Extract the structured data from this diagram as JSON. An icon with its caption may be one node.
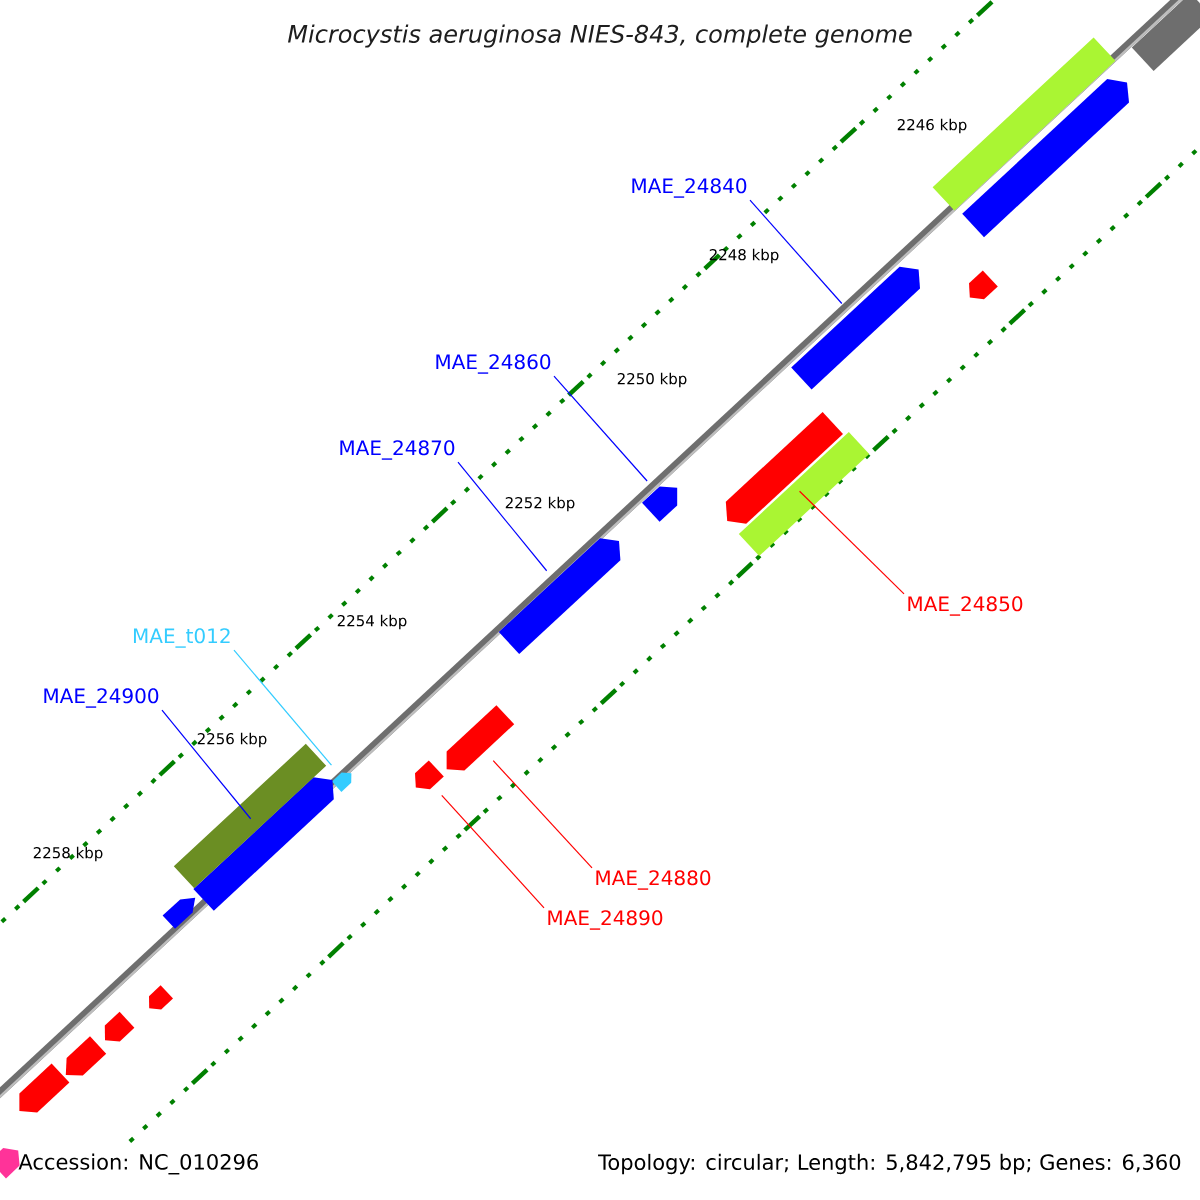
{
  "diagram": {
    "title": "Microcystis aeruginosa NIES-843, complete genome",
    "nodes": [
      {
        "text": [
          "MAE_24840"
        ]
      },
      {
        "text": [],
        "shape": "arrow"
      },
      {
        "text": [
          "MAE_24860"
        ]
      },
      {
        "text": [],
        "shape": "arrow"
      },
      {
        "text": [
          "MAE_24870"
        ]
      },
      {
        "text": [],
        "shape": "arrow"
      },
      {
        "text": [
          "MAE_t012"
        ]
      },
      {
        "text": [],
        "shape": "arrow"
      },
      {
        "text": [
          "MAE_24900"
        ]
      },
      {
        "text": [],
        "shape": "arrow"
      },
      {
        "text": [
          "MAE_24850"
        ]
      },
      {
        "text": [],
        "shape": "arrow"
      },
      {
        "text": [
          "MAE_24880"
        ]
      },
      {
        "text": [],
        "shape": "arrow"
      },
      {
        "text": [
          "MAE_24890"
        ]
      },
      {
        "text": [],
        "shape": "arrow"
      },
      {
        "text": [],
        "shape": "bar"
      },
      {
        "text": [],
        "shape": "bar"
      },
      {
        "text": [],
        "shape": "arrow"
      },
      {
        "text": [],
        "shape": "arrow"
      },
      {
        "text": [],
        "shape": "bar"
      },
      {
        "text": [],
        "shape": "bar"
      },
      {
        "text": [],
        "shape": "arrow"
      },
      {
        "text": [],
        "shape": "arrow"
      },
      {
        "text": [],
        "shape": "arrow"
      },
      {
        "text": [],
        "shape": "arrow"
      },
      {
        "text": [],
        "shape": "arrow"
      },
      {
        "text": [],
        "shape": "arrow"
      }
    ],
    "edges": [
      {
        "from": 0,
        "to": 1,
        "arrow": "none"
      },
      {
        "from": 2,
        "to": 3,
        "arrow": "none"
      },
      {
        "from": 4,
        "to": 5,
        "arrow": "none"
      },
      {
        "from": 6,
        "to": 7,
        "arrow": "none",
        "color": "#33ccff"
      },
      {
        "from": 8,
        "to": 9,
        "arrow": "none"
      },
      {
        "from": 10,
        "to": 11,
        "arrow": "none",
        "color": "#ff0000"
      },
      {
        "from": 12,
        "to": 13,
        "arrow": "none",
        "color": "#ff0000"
      },
      {
        "from": 14,
        "to": 15,
        "arrow": "none",
        "color": "#ff0000"
      }
    ],
    "labels": [
      "2246 kbp",
      "2248 kbp",
      "2250 kbp",
      "2252 kbp",
      "2254 kbp",
      "2256 kbp",
      "2258 kbp",
      "Accession: NC_010296",
      "Topology: circular; Length: 5,842,795 bp; Genes: 6,360"
    ]
  }
}
